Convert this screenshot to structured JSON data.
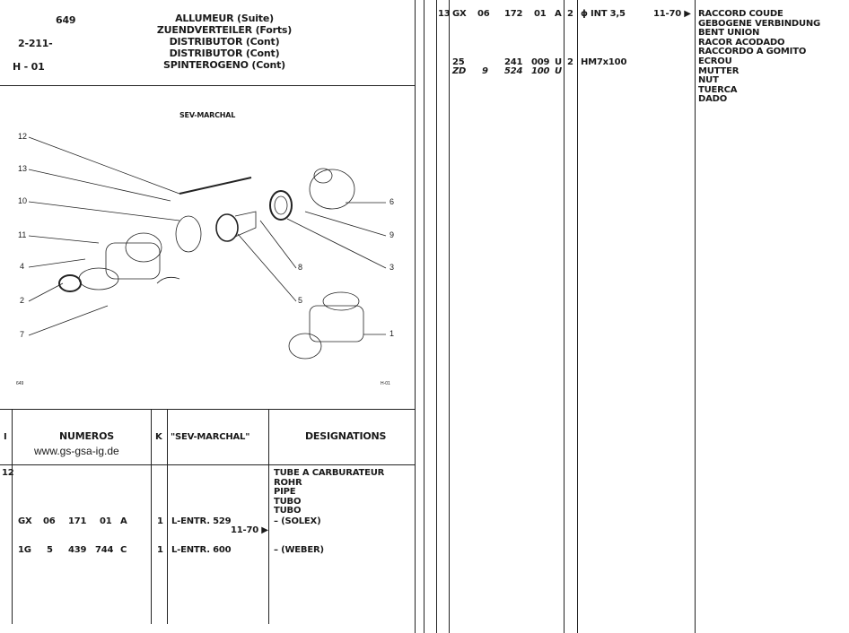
{
  "header": {
    "page_number": "649",
    "ref_code": "2-211-",
    "section_code": "H - 01",
    "titles": [
      "ALLUMEUR (Suite)",
      "ZUENDVERTEILER (Forts)",
      "DISTRIBUTOR (Cont)",
      "DISTRIBUTOR (Cont)",
      "SPINTEROGENO (Cont)"
    ]
  },
  "diagram": {
    "title": "SEV-MARCHAL",
    "footer_left": "649",
    "footer_right": "H-01",
    "callouts": [
      "12",
      "13",
      "10",
      "11",
      "4",
      "2",
      "7",
      "6",
      "9",
      "3",
      "8",
      "5",
      "1"
    ]
  },
  "table_header": {
    "col_i": "I",
    "col_numeros": "NUMEROS",
    "website": "www.gs-gsa-ig.de",
    "col_k": "K",
    "col_sev": "\"SEV-MARCHAL\"",
    "col_designations": "DESIGNATIONS"
  },
  "left_rows": {
    "item": "12",
    "designations": [
      "TUBE A CARBURATEUR",
      "ROHR",
      "PIPE",
      "TUBO",
      "TUBO"
    ],
    "parts": [
      {
        "a": "GX",
        "b": "06",
        "c": "171",
        "d": "01",
        "e": "A",
        "k": "1",
        "ref": "L-ENTR. 529",
        "date": "11-70 ▶",
        "desc": "– (SOLEX)"
      },
      {
        "a": "1G",
        "b": "5",
        "c": "439",
        "d": "744",
        "e": "C",
        "k": "1",
        "ref": "L-ENTR. 600",
        "date": "",
        "desc": "– (WEBER)"
      }
    ]
  },
  "right_rows": [
    {
      "item": "13",
      "a": "GX",
      "b": "06",
      "c": "172",
      "d": "01",
      "e": "A",
      "k": "2",
      "ref": "ϕ INT 3,5",
      "date": "11-70 ▶",
      "italic": false
    },
    {
      "item": "",
      "a": "25",
      "b": "",
      "c": "241",
      "d": "009",
      "e": "U",
      "k": "2",
      "ref": "HM7x100",
      "date": "",
      "italic": false
    },
    {
      "item": "",
      "a": "ZD",
      "b": "9",
      "c": "524",
      "d": "100",
      "e": "U",
      "k": "",
      "ref": "",
      "date": "",
      "italic": true
    }
  ],
  "right_designations": [
    "RACCORD COUDE",
    "GEBOGENE VERBINDUNG",
    "BENT UNION",
    "RACOR ACODADO",
    "RACCORDO A GOMITO",
    "ECROU",
    "MUTTER",
    "NUT",
    "TUERCA",
    "DADO"
  ]
}
